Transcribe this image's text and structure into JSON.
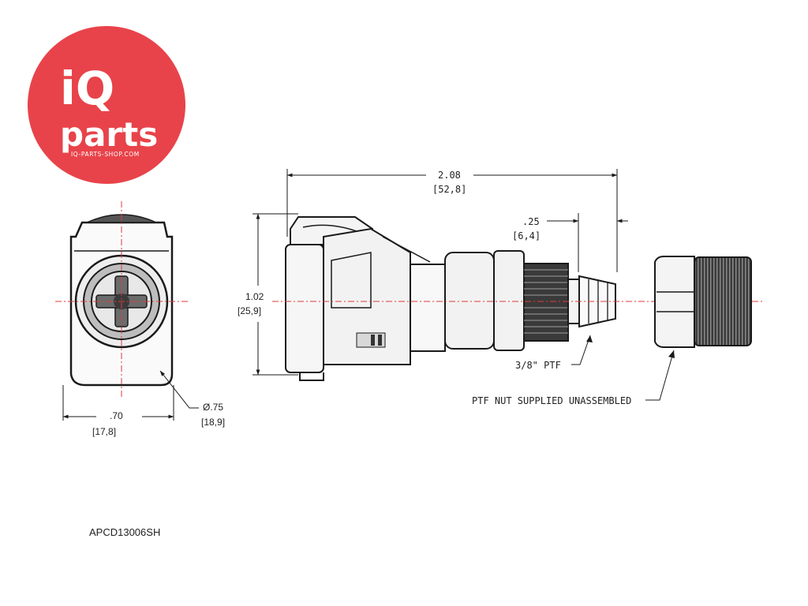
{
  "logo": {
    "mark": "iQ",
    "word": "parts",
    "url": "IQ-PARTS-SHOP.COM",
    "background": "#e8434a",
    "foreground": "#ffffff"
  },
  "front_view": {
    "width_in": ".70",
    "width_mm": "[17,8]",
    "diameter_in": "Ø.75",
    "diameter_mm": "[18,9]"
  },
  "side_view": {
    "length_in": "2.08",
    "length_mm": "[52,8]",
    "height_in": "1.02",
    "height_mm": "[25,9]",
    "barb_in": ".25",
    "barb_mm": "[6,4]",
    "thread_label": "3/8\" PTF",
    "nut_label": "PTF NUT SUPPLIED UNASSEMBLED"
  },
  "part_code": "APCD13006SH",
  "colors": {
    "centerline": "#e23b3b",
    "line": "#1a1a1a",
    "body": "#444444"
  }
}
